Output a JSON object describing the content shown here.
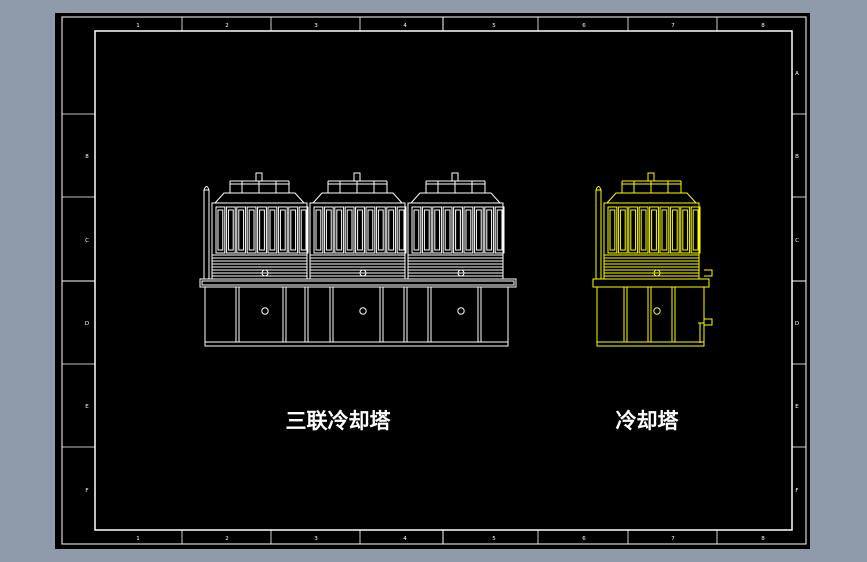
{
  "drawing": {
    "labels": {
      "triple_tower": "三联冷却塔",
      "single_tower": "冷却塔"
    },
    "frame": {
      "column_markers": [
        "1",
        "2",
        "3",
        "4",
        "5",
        "6",
        "7",
        "8"
      ],
      "row_markers_left": [
        "8",
        "C",
        "D",
        "E",
        "F"
      ],
      "row_markers_right": [
        "A",
        "B",
        "C",
        "D",
        "E",
        "F"
      ]
    },
    "colors": {
      "background": "#000000",
      "line": "#ffffff",
      "highlight": "#ffff00",
      "desktop": "#8f9aab"
    }
  }
}
